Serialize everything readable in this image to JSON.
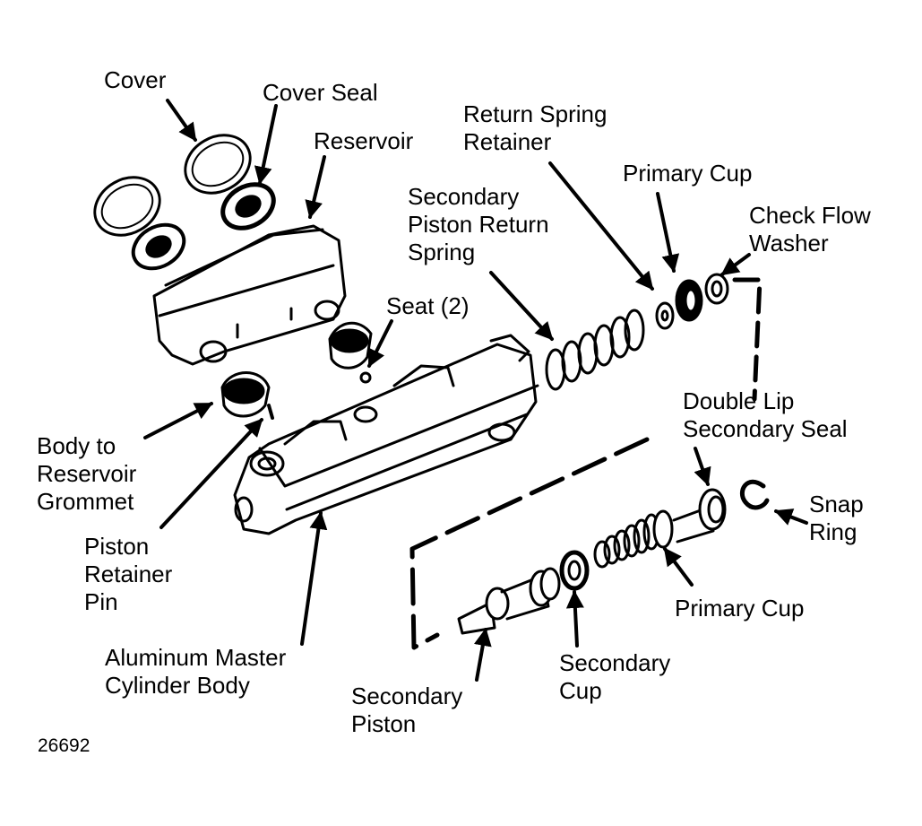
{
  "labels": {
    "cover": [
      "Cover"
    ],
    "cover_seal": [
      "Cover Seal"
    ],
    "reservoir": [
      "Reservoir"
    ],
    "return_spring_retainer": [
      "Return Spring",
      "Retainer"
    ],
    "primary_cup_top": [
      "Primary Cup"
    ],
    "check_flow_washer": [
      "Check Flow",
      "Washer"
    ],
    "secondary_piston_return_spring": [
      "Secondary",
      "Piston Return",
      "Spring"
    ],
    "seat": [
      "Seat (2)"
    ],
    "double_lip_secondary_seal": [
      "Double Lip",
      "Secondary Seal"
    ],
    "body_to_reservoir_grommet": [
      "Body to",
      "Reservoir",
      "Grommet"
    ],
    "snap_ring": [
      "Snap",
      "Ring"
    ],
    "piston_retainer_pin": [
      "Piston",
      "Retainer",
      "Pin"
    ],
    "primary_cup_bottom": [
      "Primary Cup"
    ],
    "aluminum_master_cylinder_body": [
      "Aluminum Master",
      "Cylinder Body"
    ],
    "secondary_cup": [
      "Secondary",
      "Cup"
    ],
    "secondary_piston": [
      "Secondary",
      "Piston"
    ]
  },
  "figure_number": "26692"
}
